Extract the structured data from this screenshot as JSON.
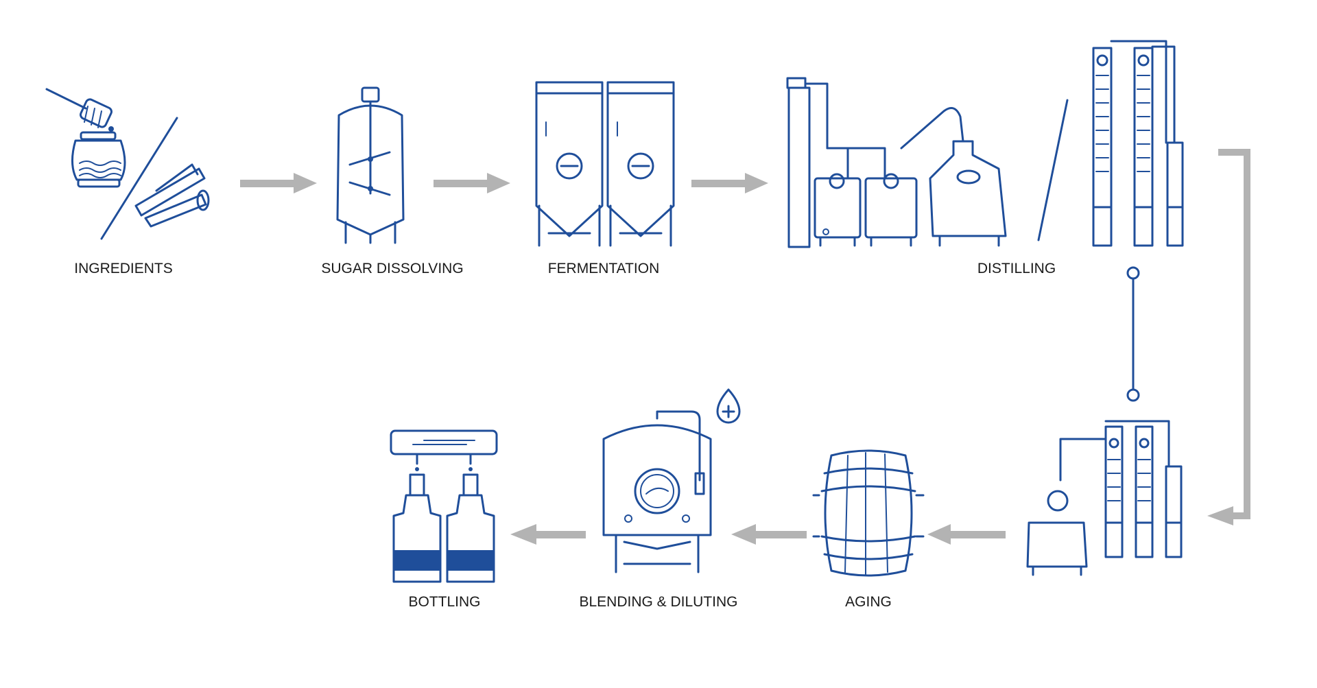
{
  "colors": {
    "line": "#1f4e9a",
    "arrow": "#b3b3b3",
    "text": "#1a1a1a",
    "background": "#ffffff"
  },
  "steps": [
    {
      "id": "ingredients",
      "label": "INGREDIENTS",
      "icon": "honey-and-sugarcane-icon"
    },
    {
      "id": "sugar",
      "label": "SUGAR DISSOLVING",
      "icon": "mixing-tank-icon"
    },
    {
      "id": "fermentation",
      "label": "FERMENTATION",
      "icon": "fermentation-tanks-icon"
    },
    {
      "id": "distilling",
      "label": "DISTILLING",
      "icon": "pot-still-and-column-icon"
    },
    {
      "id": "aging",
      "label": "AGING",
      "icon": "barrel-icon"
    },
    {
      "id": "blending",
      "label": "BLENDING & DILUTING",
      "icon": "blending-tank-icon"
    },
    {
      "id": "bottling",
      "label": "BOTTLING",
      "icon": "bottles-icon"
    }
  ],
  "flow": [
    "ingredients",
    "sugar",
    "fermentation",
    "distilling",
    "aging",
    "blending",
    "bottling"
  ]
}
